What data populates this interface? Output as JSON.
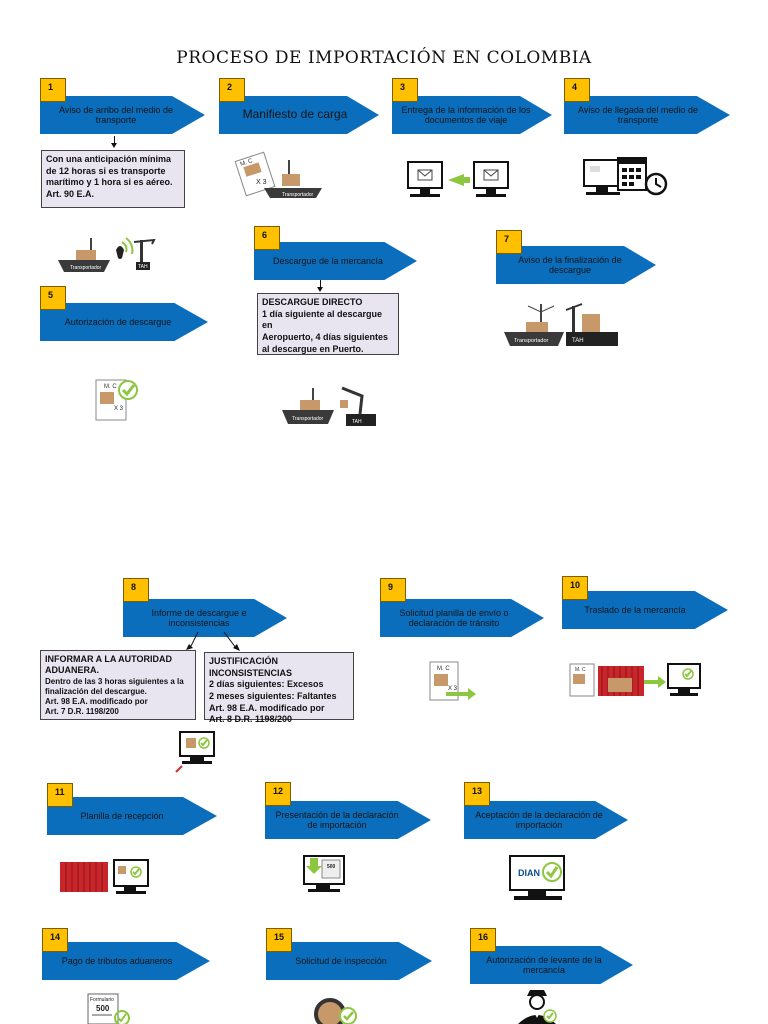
{
  "title": "PROCESO DE IMPORTACIÓN EN COLOMBIA",
  "steps": [
    {
      "number": "1",
      "label": "Aviso de arribo del medio de transporte"
    },
    {
      "number": "2",
      "label": "Manifiesto de carga"
    },
    {
      "number": "3",
      "label": "Entrega de la información de los documentos de viaje"
    },
    {
      "number": "4",
      "label": "Aviso de llegada del medio de transporte"
    },
    {
      "number": "5",
      "label": "Autorización de descargue"
    },
    {
      "number": "6",
      "label": "Descargue de la mercancía"
    },
    {
      "number": "7",
      "label": "Aviso de la finalización de descargue"
    },
    {
      "number": "8",
      "label": "Informe de descargue e inconsistencias"
    },
    {
      "number": "9",
      "label": "Solicitud planilla de envío o declaración de tránsito"
    },
    {
      "number": "10",
      "label": "Traslado de la mercancía"
    },
    {
      "number": "11",
      "label": "Planilla de recepción"
    },
    {
      "number": "12",
      "label": "Presentación de la declaración de importación"
    },
    {
      "number": "13",
      "label": "Aceptación de la declaración de importación"
    },
    {
      "number": "14",
      "label": "Pago de tributos aduaneros"
    },
    {
      "number": "15",
      "label": "Solicitud de inspección"
    },
    {
      "number": "16",
      "label": "Autorización de levante de la mercancía"
    }
  ],
  "notes": {
    "n1": {
      "lines": [
        "Con una anticipación mínima",
        "de 12 horas si es transporte",
        "marítimo y 1 hora si es aéreo.",
        "Art. 90 E.A."
      ]
    },
    "n6": {
      "heading": "DESCARGUE DIRECTO",
      "lines": [
        "1 día siguiente al descargue en",
        "Aeropuerto, 4 días siguientes",
        "al descargue en Puerto."
      ]
    },
    "n8a": {
      "heading": "INFORMAR A LA AUTORIDAD ADUANERA.",
      "lines": [
        "Dentro de las 3 horas siguientes a la",
        "finalización del descargue.",
        "Art. 98 E.A. modificado por",
        "Art. 7 D.R. 1198/200"
      ]
    },
    "n8b": {
      "heading": "JUSTIFICACIÓN INCONSISTENCIAS",
      "lines": [
        "2 días siguientes: Excesos",
        "2 meses siguientes: Faltantes",
        "Art. 98 E.A. modificado por",
        "Art. 8 D.R. 1198/200"
      ]
    }
  },
  "icon_labels": {
    "transportador": "Transportador",
    "tah": "TAH",
    "manifest": "M. C",
    "copies": "X 3",
    "dian": "DIAN",
    "formulario": "Formulario",
    "form_number": "500"
  },
  "colors": {
    "arrow": "#0a6ebd",
    "badge": "#ffc000",
    "note_bg": "#e8e4f0",
    "check": "#8dc63f",
    "container": "#c8262b"
  }
}
